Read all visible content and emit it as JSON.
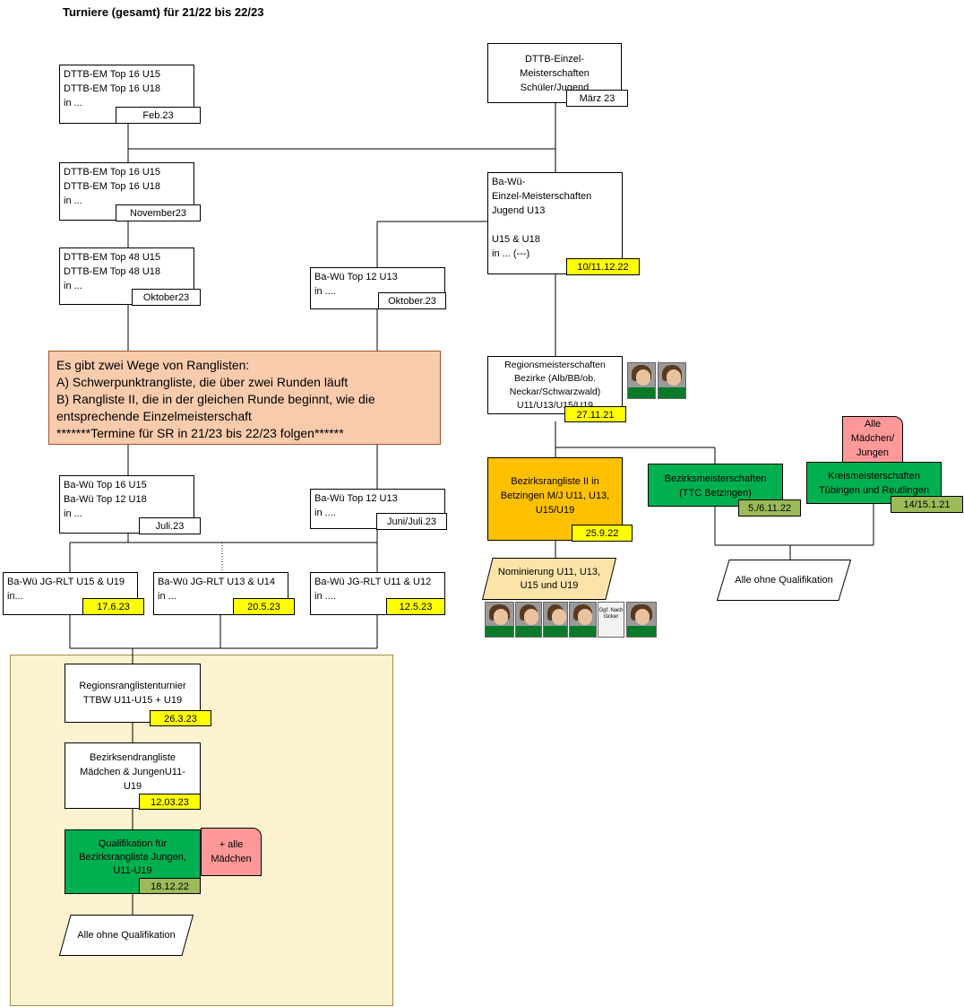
{
  "title": "Turniere (gesamt) für 21/22 bis 22/23",
  "boxes": {
    "top16_feb": {
      "text": "DTTB-EM Top 16  U15\nDTTB-EM Top 16  U18\nin ...",
      "date": "Feb.23"
    },
    "dttb_einzel": {
      "text": "DTTB-Einzel-\nMeisterschaften\nSchüler/Jugend",
      "date": "März 23"
    },
    "top16_nov": {
      "text": "DTTB-EM Top 16  U15\nDTTB-EM Top 16  U18\nin ...",
      "date": "November23"
    },
    "bawue_einzel": {
      "text": "Ba-Wü-\nEinzel-Meisterschaften\nJugend U13\n\nU15 & U18\nin ... (---)",
      "date": "10/11.12.22"
    },
    "top48_okt": {
      "text": "DTTB-EM Top 48  U15\nDTTB-EM Top 48  U18\nin ...",
      "date": "Oktober23"
    },
    "bawue_top12_okt": {
      "text": "Ba-Wü Top 12  U13\n in ....",
      "date": "Oktober.23"
    },
    "regionsmeister": {
      "text": "Regionsmeisterschaften\nBezirke (Alb/BB/ob.\nNeckar/Schwarzwald)\nU11/U13/U15/U19",
      "date": "27.11.21"
    },
    "bawue_top16_jul": {
      "text": "Ba-Wü Top 16 U15\nBa-Wü Top 12 U18\nin ...",
      "date": "Juli.23"
    },
    "bawue_top12_jun": {
      "text": "Ba-Wü Top  12  U13\n in ....",
      "date": "Juni/Juli.23"
    },
    "bezirksrangliste2": {
      "text": "Bezirksrangliste II in\nBetzingen M/J U11, U13,\nU15/U19",
      "date": "25.9.22"
    },
    "bezirksmeister": {
      "text": "Bezirksmeisterschaften\n(TTC Betzingen)",
      "date": "5./6.11.22"
    },
    "kreismeister": {
      "text": "Kreismeisterschaften\nTübingen und Reutlingen",
      "date": "14/15.1.21"
    },
    "rlt_u15": {
      "text": "Ba-Wü JG-RLT U15 & U19\nin...",
      "date": "17.6.23"
    },
    "rlt_u13": {
      "text": "Ba-Wü JG-RLT U13 & U14\nin ...",
      "date": "20.5.23"
    },
    "rlt_u11": {
      "text": "Ba-Wü JG-RLT U11 & U12\nin ....",
      "date": "12.5.23"
    },
    "regionsrangliste": {
      "text": "Regionsranglistenturnier\nTTBW  U11-U15 + U19",
      "date": "26.3.23"
    },
    "bezirksend": {
      "text": "Bezirksendrangliste\nMädchen & JungenU11-\nU19",
      "date": "12.03.23"
    },
    "qualifikation": {
      "text": "Qualifikation für\nBezirksrangliste Jungen,\nU11-U19",
      "date": "18.12.22"
    }
  },
  "note": "Es gibt zwei Wege von Ranglisten:\nA) Schwerpunktrangliste, die über zwei Runden läuft\nB) Rangliste II, die in der gleichen Runde beginnt, wie die entsprechende Einzelmeisterschaft\n*******Termine für SR in 21/23 bis 22/23 folgen******",
  "pink_tabs": {
    "alle_maedchen_jungen": "Alle\nMädchen/\nJungen",
    "plus_alle_maedchen": "+ alle\nMädchen"
  },
  "parallelograms": {
    "nominierung": "Nominierung U11, U13,\nU15 und U19",
    "alle_ohne_right": "Alle ohne Qualifikation",
    "alle_ohne_left": "Alle ohne Qualifikation"
  },
  "photo_label": "Ggf.\nNach\nrücker",
  "colors": {
    "yellow": "#ffff00",
    "green": "#00b050",
    "olive": "#9bbb59",
    "orange": "#ffc000",
    "pink": "#ff9999",
    "peach": "#f8cbad",
    "region": "#fdf2cf"
  }
}
